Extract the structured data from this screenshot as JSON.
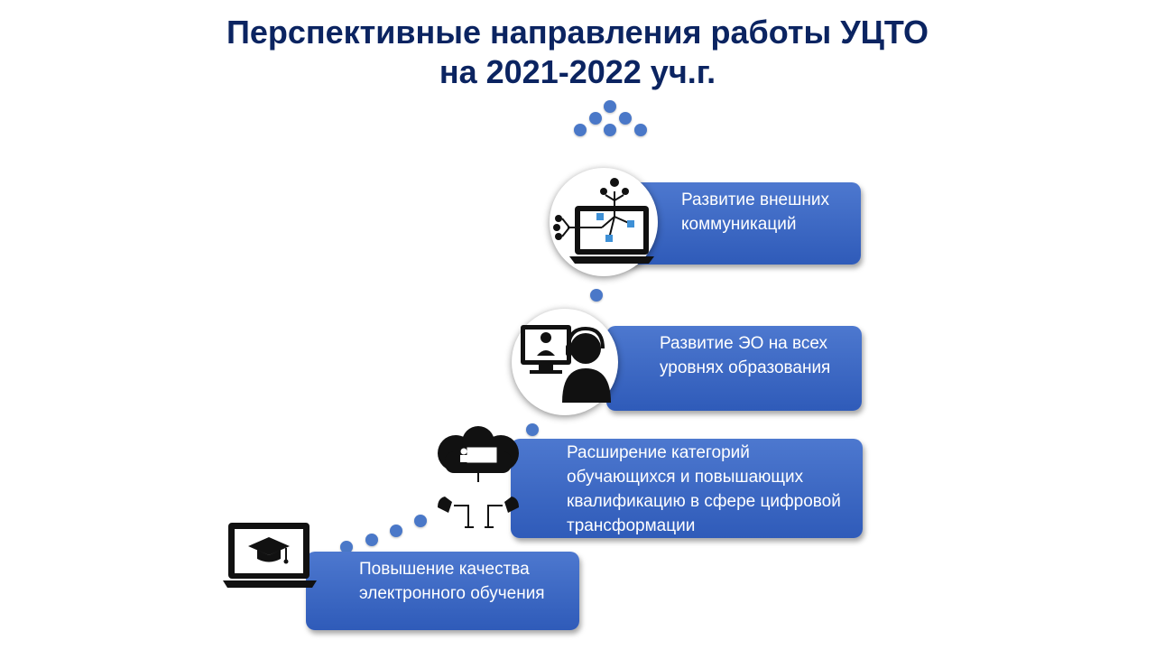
{
  "title": {
    "line1": "Перспективные направления работы УЦТО",
    "line2": "на 2021-2022 уч.г."
  },
  "steps": [
    {
      "text": "Повышение качества электронного обучения",
      "icon": "laptop-graduation-cap-icon"
    },
    {
      "text": "Расширение категорий обучающихся и повышающих квалификацию в сфере цифровой трансформации",
      "icon": "cloud-classroom-icon"
    },
    {
      "text": "Развитие ЭО на всех уровнях образования",
      "icon": "online-teacher-headset-icon"
    },
    {
      "text": "Развитие внешних коммуникаций",
      "icon": "laptop-network-icon"
    }
  ],
  "colors": {
    "title": "#0b2461",
    "card": "#3a66c4",
    "dot": "#4a78c8"
  }
}
